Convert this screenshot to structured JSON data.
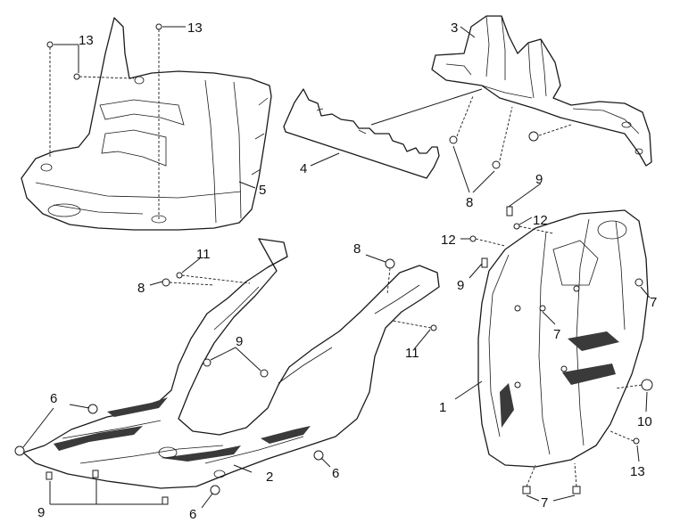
{
  "callouts": {
    "c1": "1",
    "c2": "2",
    "c3": "3",
    "c4": "4",
    "c5": "5",
    "c6a": "6",
    "c6b": "6",
    "c6c": "6",
    "c7a": "7",
    "c7b": "7",
    "c7c": "7",
    "c8a": "8",
    "c8b": "8",
    "c8c": "8",
    "c9a": "9",
    "c9b": "9",
    "c9c": "9",
    "c9d": "9",
    "c10": "10",
    "c11a": "11",
    "c11b": "11",
    "c12a": "12",
    "c12b": "12",
    "c13a": "13",
    "c13b": "13",
    "c13c": "13"
  }
}
